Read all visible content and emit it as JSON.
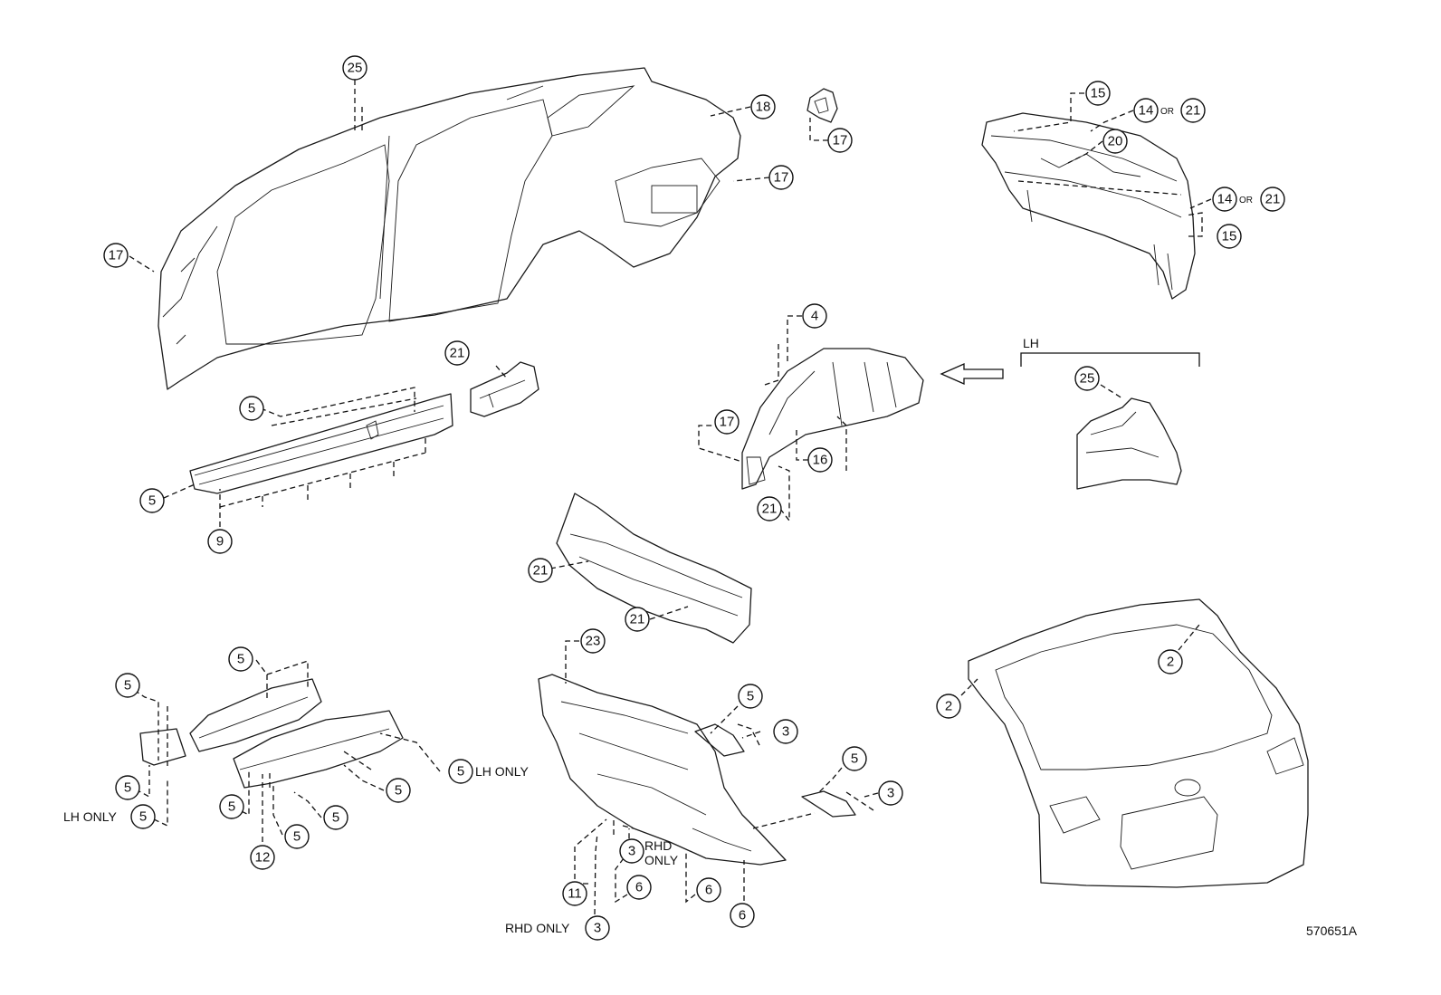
{
  "callouts": [
    {
      "label": "25"
    },
    {
      "label": "18"
    },
    {
      "label": "17"
    },
    {
      "label": "17"
    },
    {
      "label": "17"
    },
    {
      "label": "15"
    },
    {
      "label": "14"
    },
    {
      "label": "21"
    },
    {
      "label": "20"
    },
    {
      "label": "14"
    },
    {
      "label": "21"
    },
    {
      "label": "15"
    },
    {
      "label": "4"
    },
    {
      "label": "21"
    },
    {
      "label": "5"
    },
    {
      "label": "5"
    },
    {
      "label": "9"
    },
    {
      "label": "17"
    },
    {
      "label": "16"
    },
    {
      "label": "21"
    },
    {
      "label": "25"
    },
    {
      "label": "21"
    },
    {
      "label": "21"
    },
    {
      "label": "5"
    },
    {
      "label": "5"
    },
    {
      "label": "5"
    },
    {
      "label": "5"
    },
    {
      "label": "5"
    },
    {
      "label": "5"
    },
    {
      "label": "5"
    },
    {
      "label": "5"
    },
    {
      "label": "5"
    },
    {
      "label": "12"
    },
    {
      "label": "23"
    },
    {
      "label": "5"
    },
    {
      "label": "3"
    },
    {
      "label": "5"
    },
    {
      "label": "3"
    },
    {
      "label": "3"
    },
    {
      "label": "11"
    },
    {
      "label": "6"
    },
    {
      "label": "6"
    },
    {
      "label": "6"
    },
    {
      "label": "3"
    },
    {
      "label": "2"
    },
    {
      "label": "2"
    }
  ],
  "notes": {
    "lh_only_1": "LH ONLY",
    "lh_only_2": "LH ONLY",
    "rhd_only_1": "RHD",
    "rhd_only_2": "ONLY",
    "rhd_only_3": "RHD ONLY",
    "or_1": "OR",
    "or_2": "OR",
    "lh_view": "LH",
    "figure_id": "570651A"
  }
}
